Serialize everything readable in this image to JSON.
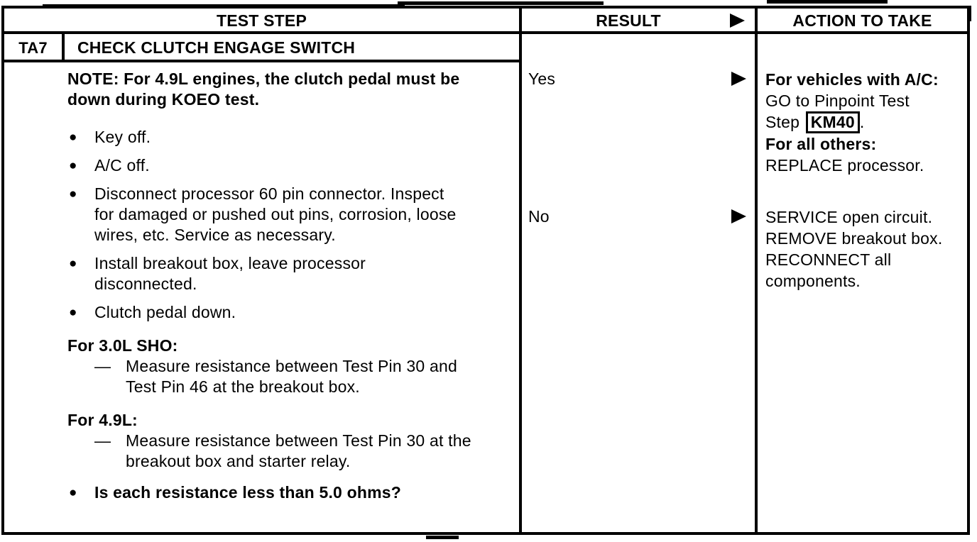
{
  "colors": {
    "ink": "#000000",
    "paper": "#ffffff"
  },
  "table": {
    "headers": {
      "test_step": "TEST STEP",
      "result": "RESULT",
      "action": "ACTION TO TAKE"
    },
    "step": {
      "id": "TA7",
      "title": "CHECK CLUTCH ENGAGE SWITCH"
    },
    "note": "NOTE: For 4.9L engines, the clutch pedal must be down during KOEO test.",
    "bullets": [
      "Key off.",
      "A/C off.",
      "Disconnect processor 60 pin connector. Inspect for damaged or pushed out pins, corrosion, loose wires, etc. Service as necessary.",
      "Install breakout box, leave processor disconnected.",
      "Clutch pedal down."
    ],
    "procedures": [
      {
        "heading": "For 3.0L SHO:",
        "instruction": "Measure resistance between Test Pin 30 and Test Pin 46 at the breakout box."
      },
      {
        "heading": "For 4.9L:",
        "instruction": "Measure resistance between Test Pin 30 at the breakout box and starter relay."
      }
    ],
    "question": "Is each resistance less than 5.0 ohms?",
    "results": {
      "yes": {
        "label": "Yes",
        "action_intro": "For vehicles with A/C:",
        "action_go_prefix": "GO to Pinpoint Test Step",
        "action_link": "KM40",
        "action_go_suffix": ".",
        "action_others_heading": "For all others:",
        "action_others": "REPLACE processor."
      },
      "no": {
        "label": "No",
        "action": "SERVICE open circuit. REMOVE breakout box. RECONNECT all components."
      }
    }
  }
}
